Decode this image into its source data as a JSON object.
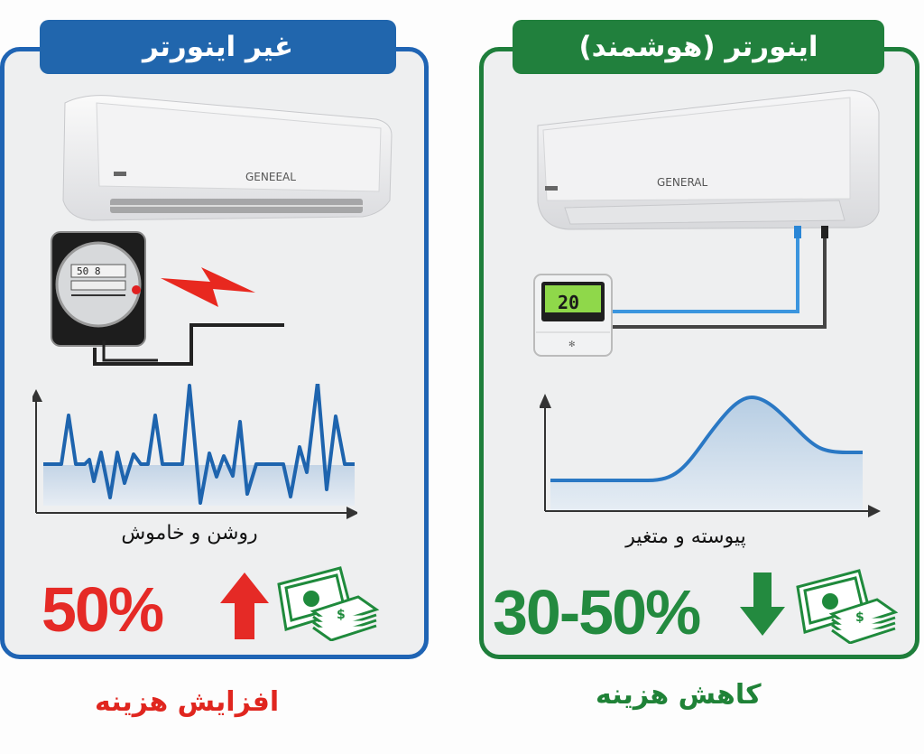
{
  "left_panel": {
    "title": "غیر اینورتر",
    "ac_brand": "GENEEAL",
    "meter_display": "50 8",
    "graph_caption": "روشن و خاموش",
    "cost_change": "50%",
    "cost_direction": "up-arrow",
    "footer_label": "افزایش هزینه",
    "accent_color": "#2166ad",
    "value_color": "#e52a26"
  },
  "right_panel": {
    "title": "اینورتر (هوشمند)",
    "ac_brand": "GENERAL",
    "thermostat_display": "20",
    "graph_caption": "پیوسته و متغیر",
    "cost_change": "30-50%",
    "cost_direction": "down-arrow",
    "footer_label": "کاهش هزینه",
    "accent_color": "#21803d",
    "value_color": "#238a3f"
  },
  "icons": {
    "money": "money-stack-icon",
    "lightning": "lightning-icon",
    "meter": "electric-meter-icon",
    "thermostat": "thermostat-icon"
  }
}
